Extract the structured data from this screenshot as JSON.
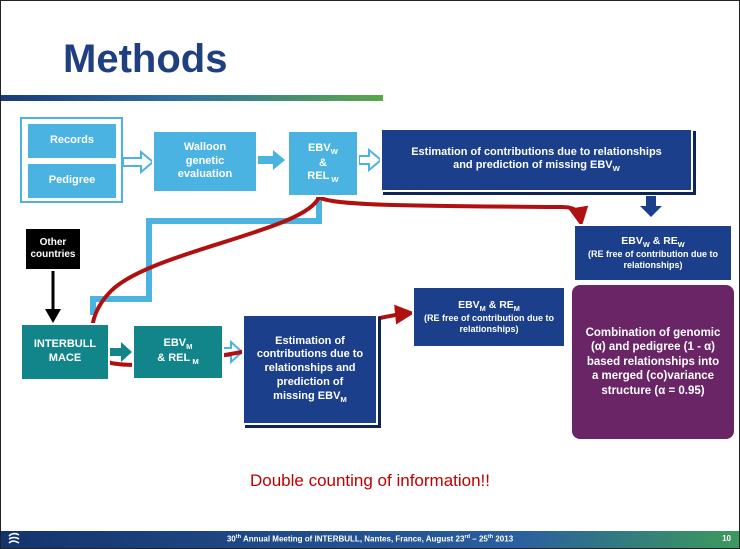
{
  "slide": {
    "title": "Methods",
    "warning": "Double counting of information!!",
    "footer": {
      "pre": "30",
      "sup1": "th",
      "mid": " Annual Meeting of INTERBULL, Nantes, France,  August 23",
      "sup2": "rd",
      "dash": " – 25",
      "sup3": "th",
      "post": "  2013",
      "page": "10"
    }
  },
  "boxes": {
    "records": "Records",
    "pedigree": "Pedigree",
    "walloon": "Walloon genetic evaluation",
    "ebv_w_top": {
      "ebv": "EBV",
      "sub": "W",
      "amp": "&",
      "rel": "REL",
      "rel_sub": " W"
    },
    "estimation_w": {
      "line1": "Estimation of contributions due to relationships",
      "line2": "and prediction of missing EBV",
      "sub": "W"
    },
    "other_countries": "Other countries",
    "interbull": "INTERBULL MACE",
    "ebv_m_left": {
      "ebv": "EBV",
      "sub": "M",
      "rel": "& REL",
      "rel_sub": " M"
    },
    "estimation_m": {
      "line1": "Estimation of contributions due to relationships and prediction of",
      "line2": "missing EBV",
      "sub": "M"
    },
    "ebv_m_free": {
      "ebv": "EBV",
      "sub1": "M",
      "re": " & RE",
      "sub2": "M",
      "note": "(RE free of contribution due to relationships)"
    },
    "ebv_w_free": {
      "ebv": "EBV",
      "sub1": "W",
      "re": " & RE",
      "sub2": "W",
      "note": "(RE free of contribution due to relationships)"
    },
    "combination": "Combination of genomic (α) and pedigree (1 - α) based relationships into a merged (co)variance structure (α = 0.95)"
  },
  "colors": {
    "title": "#1f3f7f",
    "light_blue": "#4bb3e2",
    "navy": "#1b3f8a",
    "teal": "#12858a",
    "purple": "#6a2567",
    "red_line": "#b01010",
    "warning": "#c00000"
  }
}
